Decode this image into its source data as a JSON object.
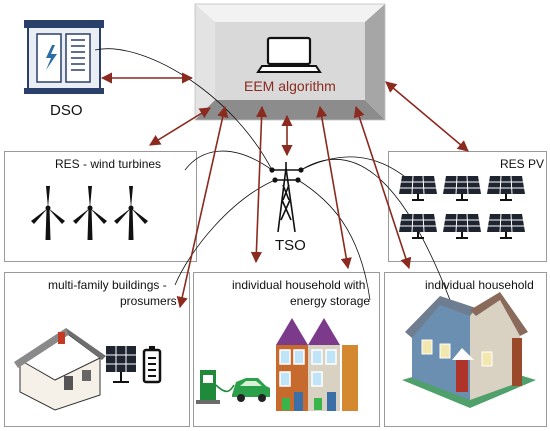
{
  "algorithm": {
    "label": "EEM algorithm"
  },
  "operators": {
    "dso": "DSO",
    "tso": "TSO"
  },
  "nodes": {
    "res_wind": "RES - wind turbines",
    "res_pv": "RES PV",
    "multi_family_line1": "multi-family buildings -",
    "multi_family_line2": "prosumers",
    "household_storage_line1": "individual household with",
    "household_storage_line2": "energy storage",
    "individual_household": "individual household"
  },
  "colors": {
    "arrow": "#8b2a1f",
    "box_border": "#9a9a9a",
    "bevel": "#d9d9d9"
  }
}
